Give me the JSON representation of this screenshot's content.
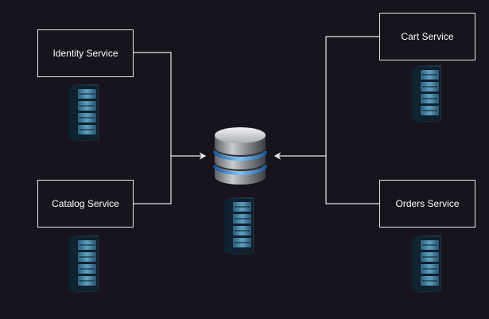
{
  "services": {
    "identity": "Identity Service",
    "catalog": "Catalog Service",
    "cart": "Cart Service",
    "orders": "Orders Service"
  },
  "icons": {
    "server": "server-rack-icon",
    "database": "database-icon"
  },
  "colors": {
    "background": "#18141d",
    "line": "#e8e8e8",
    "box_border": "#e8e8e8",
    "text": "#ffffff",
    "db_glow": "#4aa3ff"
  }
}
